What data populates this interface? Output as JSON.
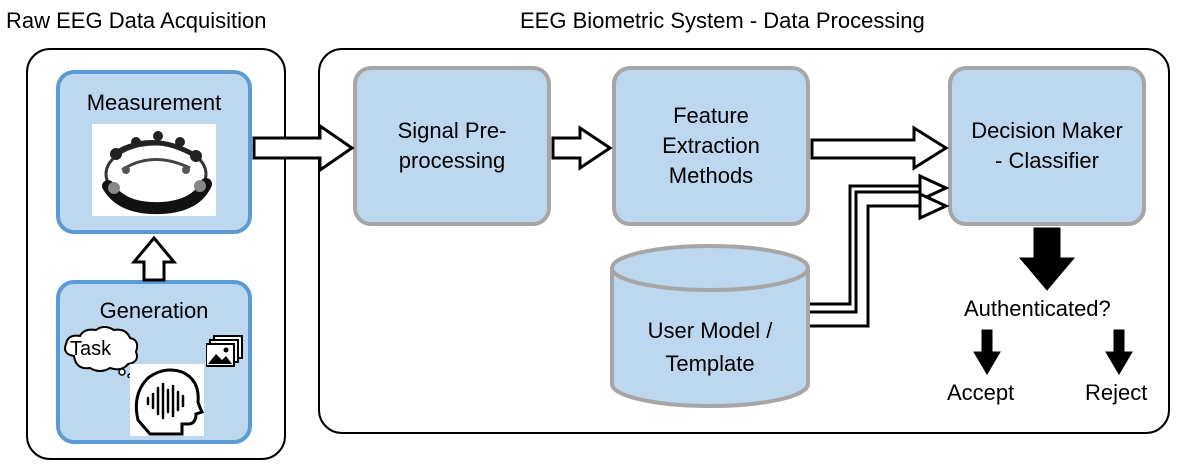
{
  "acquisition": {
    "title": "Raw EEG Data Acquisition",
    "measurement_label": "Measurement",
    "generation_label": "Generation",
    "task_label": "Task"
  },
  "processing": {
    "title": "EEG Biometric System - Data Processing",
    "signal_preprocessing": [
      "Signal Pre-",
      "processing"
    ],
    "feature_extraction": [
      "Feature",
      "Extraction",
      "Methods"
    ],
    "decision_maker": [
      "Decision Maker",
      "- Classifier"
    ],
    "user_model": [
      "User Model /",
      "Template"
    ]
  },
  "decision": {
    "question": "Authenticated?",
    "accept": "Accept",
    "reject": "Reject"
  },
  "colors": {
    "box_fill": "#bdd7ee",
    "box_border_gray": "#a6a6a6",
    "box_border_blue": "#5b9bd5"
  }
}
